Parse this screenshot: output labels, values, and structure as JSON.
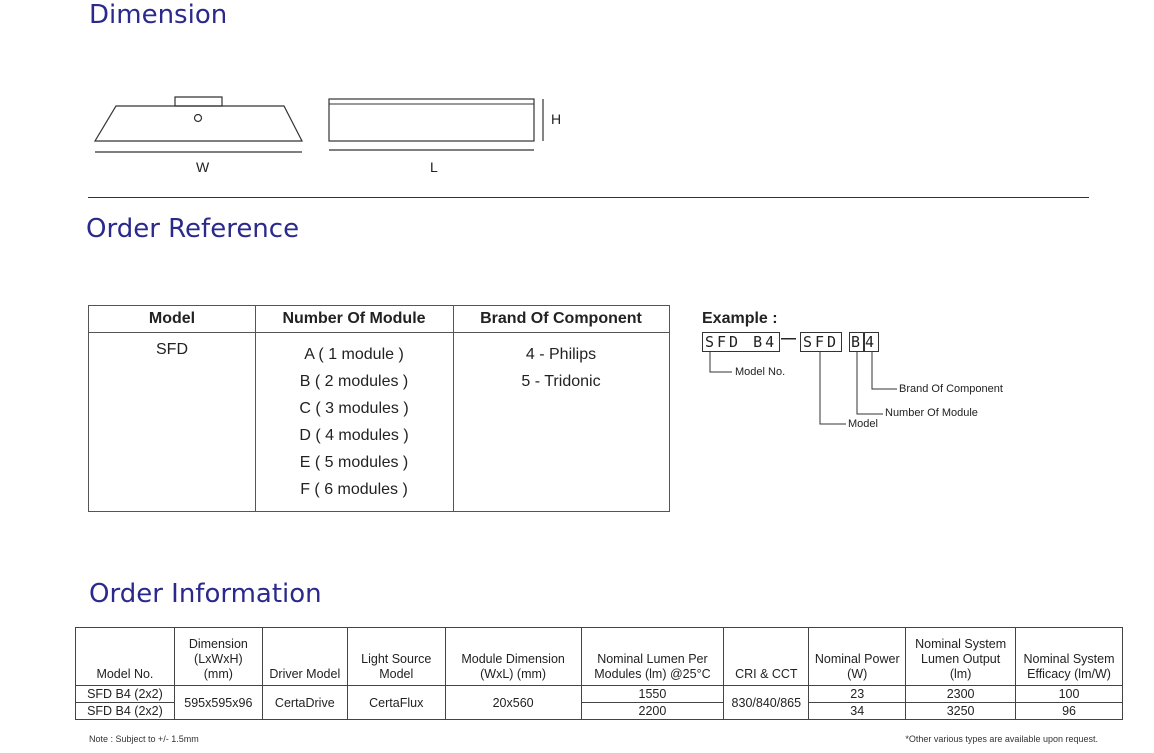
{
  "dimension": {
    "title": "Dimension",
    "labels": {
      "w": "W",
      "l": "L",
      "h": "H"
    }
  },
  "order_reference": {
    "title": "Order Reference",
    "columns": [
      "Model",
      "Number Of Module",
      "Brand Of Component"
    ],
    "model": "SFD",
    "modules": [
      "A ( 1 module )",
      "B ( 2 modules )",
      "C ( 3 modules )",
      "D ( 4 modules )",
      "E ( 5 modules )",
      "F ( 6 modules )"
    ],
    "brands": [
      "4 - Philips",
      "5 - Tridonic"
    ]
  },
  "example": {
    "title": "Example :",
    "code_1": "SFD B4",
    "dash": "—",
    "code_2": "SFD",
    "code_3": "B",
    "code_4": "4",
    "labels": {
      "model_no": "Model No.",
      "brand": "Brand Of Component",
      "number_of_module": "Number Of Module",
      "model": "Model"
    }
  },
  "order_information": {
    "title": "Order Information",
    "headers": [
      "Model No.",
      "Dimension (LxWxH) (mm)",
      "Driver Model",
      "Light Source Model",
      "Module Dimension (WxL) (mm)",
      "Nominal Lumen Per Modules (lm) @25°C",
      "CRI & CCT",
      "Nominal Power (W)",
      "Nominal System Lumen Output (lm)",
      "Nominal System Efficacy (lm/W)"
    ],
    "rows": [
      {
        "model": "SFD B4 (2x2)",
        "lumen_per_module": "1550",
        "power": "23",
        "system_lumen": "2300",
        "efficacy": "100"
      },
      {
        "model": "SFD B4 (2x2)",
        "lumen_per_module": "2200",
        "power": "34",
        "system_lumen": "3250",
        "efficacy": "96"
      }
    ],
    "shared": {
      "dimension": "595x595x96",
      "driver": "CertaDrive",
      "light_source": "CertaFlux",
      "module_dimension": "20x560",
      "cri_cct": "830/840/865"
    },
    "note_left": "Note : Subject to +/- 1.5mm",
    "note_right": "*Other various types are available upon request."
  }
}
